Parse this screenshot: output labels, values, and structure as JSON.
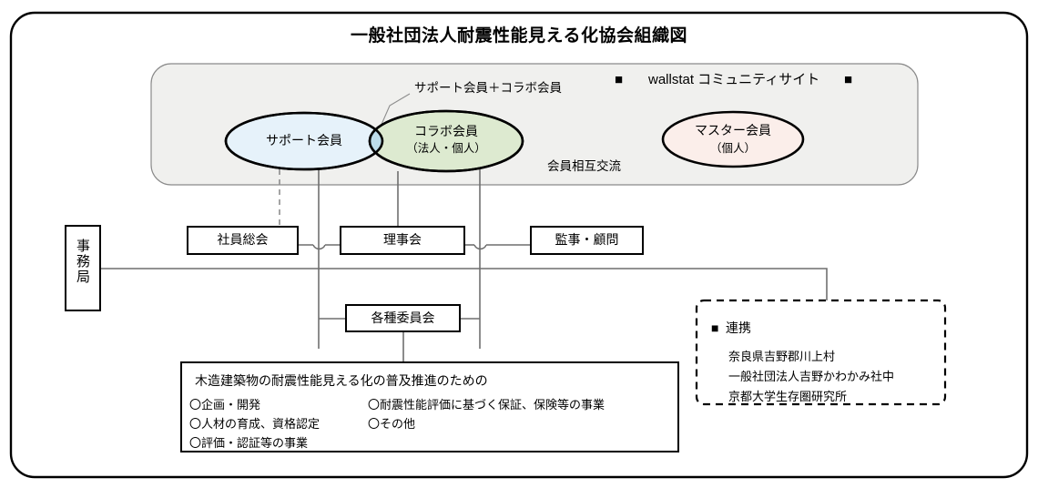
{
  "title": "一般社団法人耐震性能見える化協会組織図",
  "community_panel": {
    "header_left_marker": "■",
    "header_text": "wallstat コミュニティサイト",
    "header_right_marker": "■",
    "interchange_label": "会員相互交流",
    "callout_label": "サポート会員＋コラボ会員",
    "ellipses": [
      {
        "name": "support-member",
        "label": "サポート会員",
        "sub": "",
        "fill": "#e6f2fa",
        "stroke": "#000000"
      },
      {
        "name": "collabo-member",
        "label": "コラボ会員",
        "sub": "（法人・個人）",
        "fill": "#ddead0",
        "stroke": "#000000"
      },
      {
        "name": "master-member",
        "label": "マスター会員",
        "sub": "（個人）",
        "fill": "#fbeeea",
        "stroke": "#000000"
      }
    ],
    "overlap_fill": "#bcdcea"
  },
  "org_boxes": {
    "office": "事務局",
    "general_meeting": "社員総会",
    "board": "理事会",
    "auditor": "監事・顧問",
    "committees": "各種委員会"
  },
  "business_box": {
    "heading": "木造建築物の耐震性能見える化の普及推進のための",
    "items_left": [
      "〇企画・開発",
      "〇人材の育成、資格認定",
      "〇評価・認証等の事業"
    ],
    "items_right": [
      "〇耐震性能評価に基づく保証、保険等の事業",
      "〇その他"
    ]
  },
  "partner_box": {
    "marker": "■",
    "heading": "連携",
    "items": [
      "奈良県吉野郡川上村",
      "一般社団法人吉野かわかみ社中",
      "京都大学生存圏研究所"
    ]
  },
  "colors": {
    "frame_border": "#000000",
    "panel_fill": "#f0f0ee",
    "panel_border": "#8a8a8a",
    "line": "#6f6f6f",
    "box_border": "#000000"
  }
}
